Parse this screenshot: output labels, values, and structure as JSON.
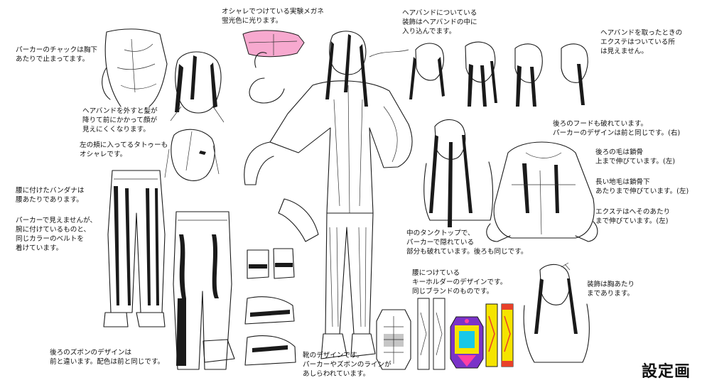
{
  "sheet_title": "設定画",
  "annotations": {
    "glasses": "オシャレでつけている実験メガネ\n蛍光色に光ります。",
    "zipper": "パーカーのチャックは胸下\nあたりで止まってます。",
    "headband_deco": "ヘアバンドについている\n装飾はヘアバンドの中に\n入り込んでます。",
    "headband_removed": "ヘアバンドを取ったときの\nエクステはついている所\nは見えません。",
    "headband_hair": "ヘアバンドを外すと髪が\n降りて前にかかって顔が\n見えにくくなります。",
    "tattoo": "左の頬に入ってるタトゥーも\nオシャレです。",
    "bandana": "腰に付けたバンダナは\n腰あたりであります。",
    "belt": "パーカーで見えませんが、\n腕に付けているものと、\n同じカラーのベルトを\n着けています。",
    "hood": "後ろのフードも破れています。\nパーカーのデザインは前と同じです。(右)",
    "back_hair": "後ろの毛は鎖骨\n上まで伸びています。(左)",
    "long_hair": "長い地毛は鎖骨下\nあたりまで伸びています。(左)",
    "extension": "エクステはへそのあたり\nまで伸びています。(左)",
    "tanktop": "中のタンクトップで、\nパーカーで隠れている\n部分も破れています。後ろも同じです。",
    "keyholder": "腰につけている\nキーホルダーのデザインです。\n同じブランドのものです。",
    "ornament": "装飾は胸あたり\nまであります。",
    "back_pants": "後ろのズボンのデザインは\n前と違います。配色は前と同じです。",
    "shoes": "靴のデザインです。\nパーカーやズボンのラインが\nあしらわれています。"
  },
  "keyholder_colors": {
    "neon_pink": "#ff3fa4",
    "neon_yellow": "#f5e400",
    "neon_cyan": "#18c8e8",
    "purple": "#7a33c8",
    "orange_red": "#e8412a",
    "glasses_pink": "#f7a9cf"
  }
}
